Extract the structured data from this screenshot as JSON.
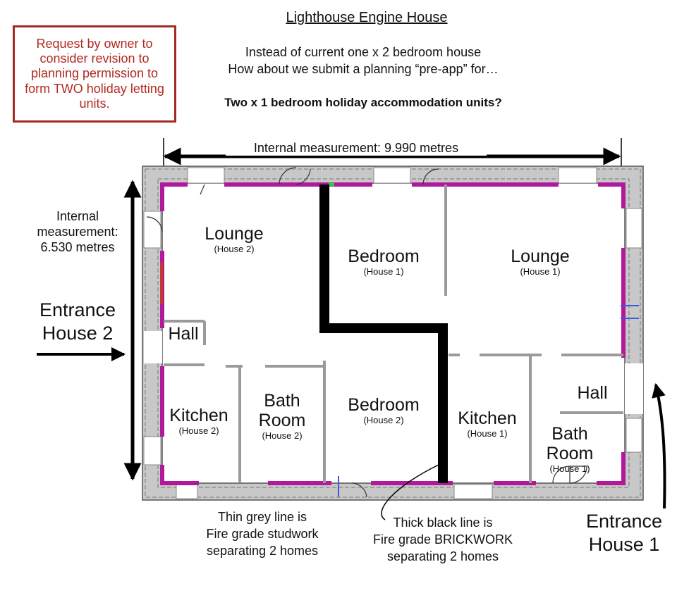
{
  "title": "Lighthouse Engine House",
  "request_note": "Request by owner to consider revision to planning permission to form TWO holiday letting units.",
  "intro": {
    "line1": "Instead of current one x 2 bedroom house",
    "line2": "How about we submit a planning “pre-app” for…",
    "question": "Two x 1 bedroom holiday accommodation units?"
  },
  "measurements": {
    "horizontal": "Internal measurement: 9.990 metres",
    "vertical_line1": "Internal",
    "vertical_line2": "measurement:",
    "vertical_line3": "6.530 metres"
  },
  "entrances": {
    "house2_line1": "Entrance",
    "house2_line2": "House 2",
    "house1_line1": "Entrance",
    "house1_line2": "House 1"
  },
  "rooms": {
    "lounge_h2": {
      "name": "Lounge",
      "house": "(House 2)"
    },
    "bedroom_h1": {
      "name": "Bedroom",
      "house": "(House 1)"
    },
    "lounge_h1": {
      "name": "Lounge",
      "house": "(House 1)"
    },
    "hall_h2": {
      "name": "Hall"
    },
    "kitchen_h2": {
      "name": "Kitchen",
      "house": "(House 2)"
    },
    "bathroom_h2": {
      "line1": "Bath",
      "line2": "Room",
      "house": "(House 2)"
    },
    "bedroom_h2": {
      "name": "Bedroom",
      "house": "(House 2)"
    },
    "kitchen_h1": {
      "name": "Kitchen",
      "house": "(House 1)"
    },
    "hall_h1": {
      "name": "Hall"
    },
    "bathroom_h1": {
      "line1": "Bath",
      "line2": "Room",
      "house": "(House 1)"
    }
  },
  "legend": {
    "thin_line1": "Thin grey line is",
    "thin_line2": "Fire grade studwork",
    "thin_line3": "separating 2 homes",
    "thick_line1": "Thick black line is",
    "thick_line2": "Fire grade BRICKWORK",
    "thick_line3": "separating 2 homes"
  },
  "colors": {
    "request_border": "#a32a1f",
    "wall_fill": "#c8c8c8",
    "lining": "#b0199b",
    "studwork": "#9a9a9a",
    "brickwork": "#000000"
  }
}
